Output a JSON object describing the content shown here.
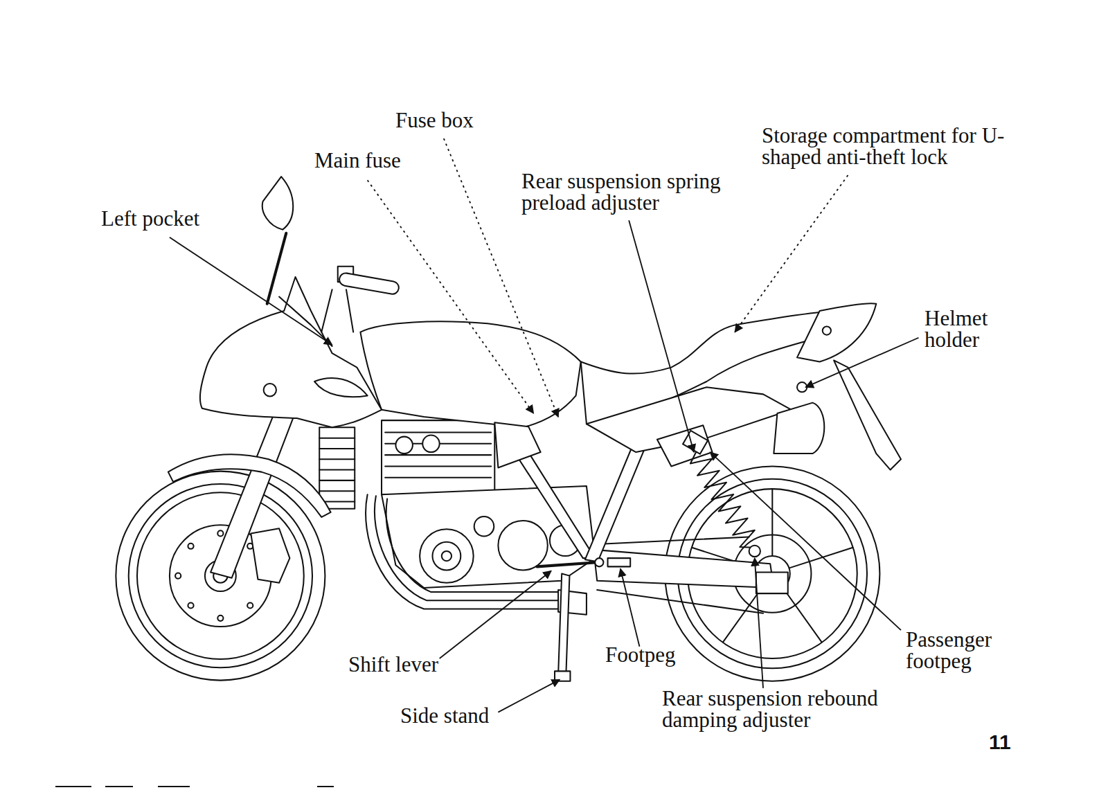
{
  "diagram": {
    "labels": [
      "Fuse box",
      "Main fuse",
      "Left pocket",
      "Rear suspension spring preload adjuster",
      "Storage compartment for U-shaped anti-theft lock",
      "Helmet holder",
      "Passenger footpeg",
      "Rear suspension rebound damping adjuster",
      "Footpeg",
      "Shift lever",
      "Side stand",
      "11"
    ]
  }
}
